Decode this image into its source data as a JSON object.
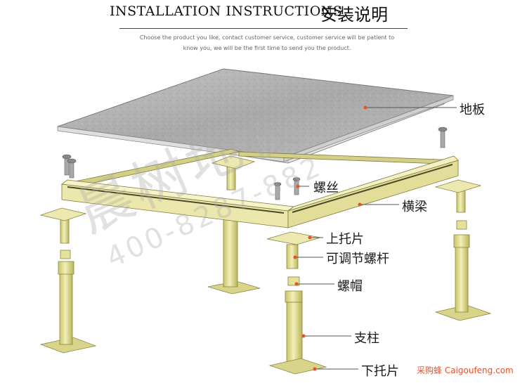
{
  "header": {
    "title_en": "INSTALLATION INSTRUCTIONS",
    "title_cn": "安装说明",
    "subtitle_line1": "Choose the product you like, contact customer service, customer service will be patient to",
    "subtitle_line2": "know you, we will be the first time to send you the product."
  },
  "labels": {
    "floor": "地板",
    "screw": "螺丝",
    "beam": "横梁",
    "upper_bracket": "上托片",
    "adjustable_screw_rod": "可调节螺杆",
    "nut": "螺帽",
    "pillar": "支柱",
    "lower_bracket": "下托片"
  },
  "watermark": {
    "line1": "晨树地板",
    "line2": "400-8287-882"
  },
  "footer": {
    "source": "采购蜂 Caigoufeng.com"
  },
  "colors": {
    "accent_dot": "#e8502a",
    "beam_yellow": "#e8e3a0",
    "pillar_yellow": "#e0dc8a",
    "panel_gray": "#b4b4b4"
  }
}
